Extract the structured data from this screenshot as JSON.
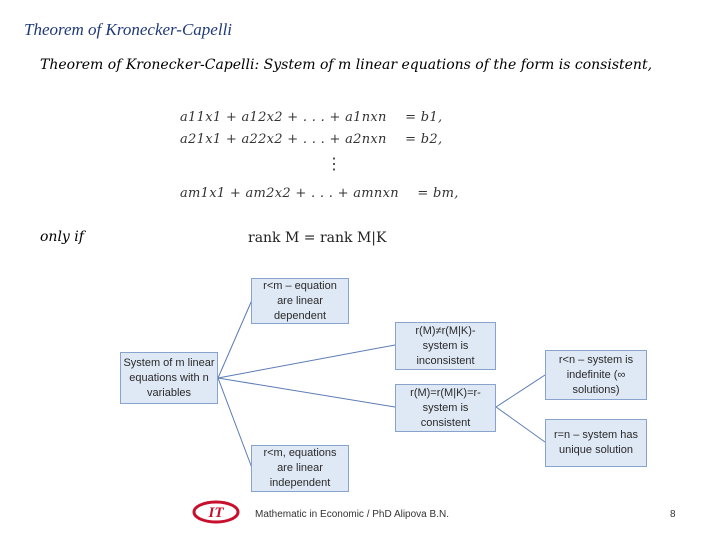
{
  "slide": {
    "title": "Theorem of Kronecker-Capelli",
    "statement": "Theorem of Kronecker-Capelli: System of m linear equations of the form is consistent,",
    "only_if": "only if",
    "rank_condition": "rank M = rank M|K"
  },
  "equations": {
    "row1": {
      "lhs": "a11x1 + a12x2 + . . . + a1nxn",
      "rhs": "= b1,"
    },
    "row2": {
      "lhs": "a21x1 + a22x2 + . . . + a2nxn",
      "rhs": "= b2,"
    },
    "dots": "⋮",
    "rowm": {
      "lhs": "am1x1 + am2x2 + . . . + amnxn",
      "rhs": "= bm,"
    }
  },
  "diagram": {
    "root": "System of m linear equations with n variables",
    "dependent": "r<m – equation are linear dependent",
    "independent": "r<m, equations are linear independent",
    "inconsistent": "r(M)≠r(M|K)- system is inconsistent",
    "consistent": "r(M)=r(M|K)=r- system is consistent",
    "indefinite": "r<n – system is indefinite (∞ solutions)",
    "unique": "r=n – system has unique solution"
  },
  "footer": {
    "text": "Mathematic in Economic / PhD Alipova B.N.",
    "page_number": "8",
    "logo_text": "IT"
  },
  "colors": {
    "title": "#1f3a7a",
    "node_fill": "#dfe8f5",
    "node_border": "#8aa3cc",
    "logo_red": "#c8102e"
  }
}
